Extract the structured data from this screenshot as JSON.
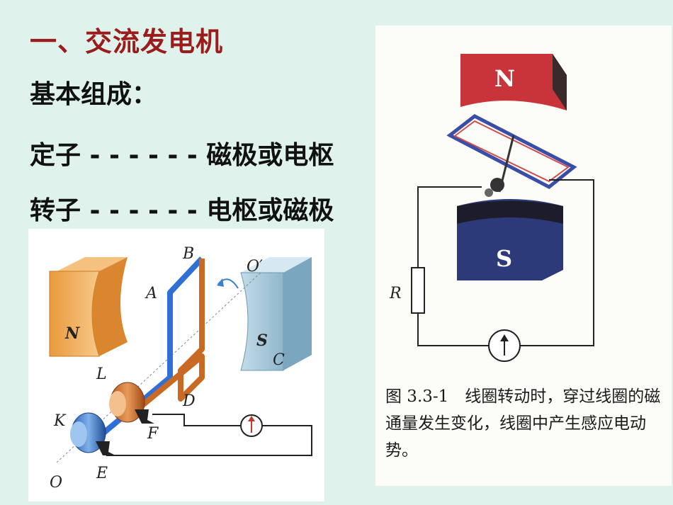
{
  "title": "一、交流发电机",
  "lines": {
    "composition": "基本组成：",
    "stator": "定子 - - - - - - 磁极或电枢",
    "rotor": "转子 - - - - - - 电枢或磁极"
  },
  "figure_a": {
    "labels": {
      "B": "B",
      "O_prime": "O′",
      "A": "A",
      "N": "N",
      "S": "S",
      "C": "C",
      "L": "L",
      "D": "D",
      "K": "K",
      "F": "F",
      "O": "O",
      "E": "E"
    }
  },
  "figure_b": {
    "labels": {
      "N": "N",
      "S": "S",
      "R": "R"
    },
    "caption": "图 3.3-1　线圈转动时，穿过线圈的磁通量发生变化，线圈中产生感应电动势。"
  }
}
